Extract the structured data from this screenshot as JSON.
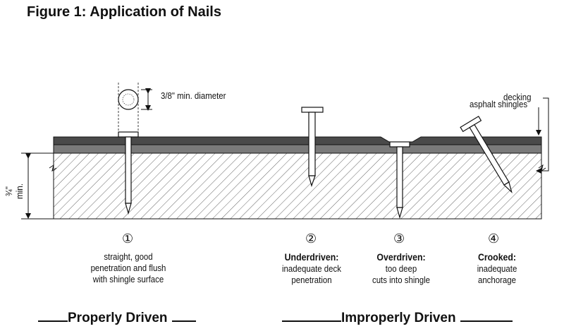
{
  "figure": {
    "title": "Figure 1: Application of Nails"
  },
  "callouts": {
    "diameter": "3/8\" min. diameter",
    "decking": "decking",
    "asphalt_shingles": "asphalt shingles",
    "min_depth": "¾\" min."
  },
  "nails": [
    {
      "number": "①",
      "heading": "",
      "desc_lines": [
        "straight, good",
        "penetration and flush",
        "with shingle surface"
      ]
    },
    {
      "number": "②",
      "heading": "Underdriven:",
      "desc_lines": [
        "inadequate deck",
        "penetration"
      ]
    },
    {
      "number": "③",
      "heading": "Overdriven:",
      "desc_lines": [
        "too deep",
        "cuts into shingle"
      ]
    },
    {
      "number": "④",
      "heading": "Crooked:",
      "desc_lines": [
        "inadequate",
        "anchorage"
      ]
    }
  ],
  "groups": {
    "proper": "Properly Driven",
    "improper": "Improperly Driven"
  }
}
